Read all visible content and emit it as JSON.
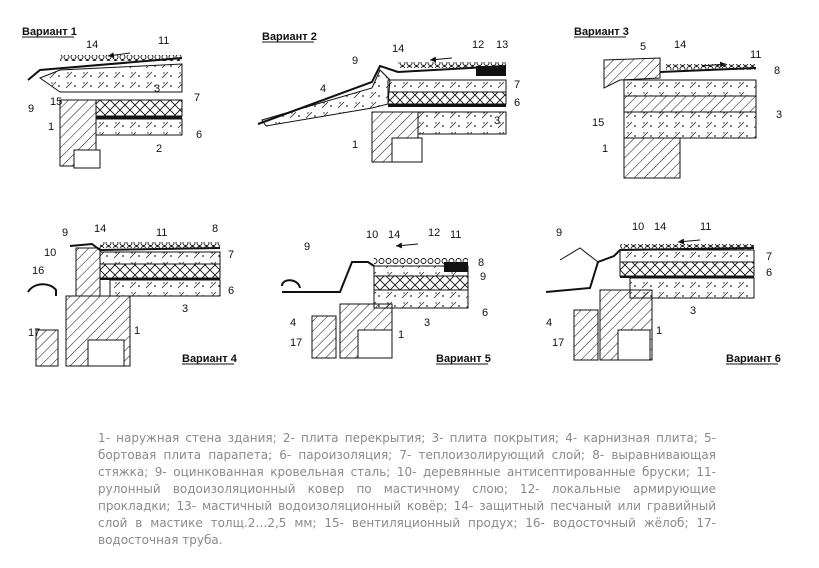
{
  "variants": [
    {
      "title": "Вариант 1",
      "labels": [
        "14",
        "11",
        "3",
        "7",
        "6",
        "2",
        "1",
        "15",
        "9"
      ]
    },
    {
      "title": "Вариант 2",
      "labels": [
        "12",
        "13",
        "14",
        "9",
        "4",
        "7",
        "6",
        "3",
        "1"
      ]
    },
    {
      "title": "Вариант 3",
      "labels": [
        "5",
        "14",
        "11",
        "8",
        "3",
        "15",
        "1"
      ]
    },
    {
      "title": "Вариант 4",
      "labels": [
        "9",
        "14",
        "11",
        "8",
        "10",
        "7",
        "16",
        "6",
        "3",
        "17",
        "1"
      ]
    },
    {
      "title": "Вариант 5",
      "labels": [
        "9",
        "10",
        "14",
        "12",
        "11",
        "8",
        "9",
        "6",
        "4",
        "3",
        "17",
        "1"
      ]
    },
    {
      "title": "Вариант 6",
      "labels": [
        "9",
        "10",
        "14",
        "11",
        "7",
        "6",
        "3",
        "4",
        "1",
        "17"
      ]
    }
  ],
  "legend": "1- наружная стена здания; 2- плита перекрытия; 3- плита покрытия; 4- карнизная плита; 5- бортовая плита парапета; 6- пароизоляция; 7- теплоизолирующий слой; 8- выравнивающая стяжка; 9- оцинкованная кровельная сталь; 10- деревянные антисептированные бруски; 11- рулонный водоизоляционный ковер по мастичному слою; 12- локальные армирующие прокладки; 13- мастичный водоизоляционный ковёр; 14- защитный песчаный или гравийный слой в мастике толщ.2…2,5 мм; 15- вентиляционный продух; 16- водосточный жёлоб; 17- водосточная труба."
}
